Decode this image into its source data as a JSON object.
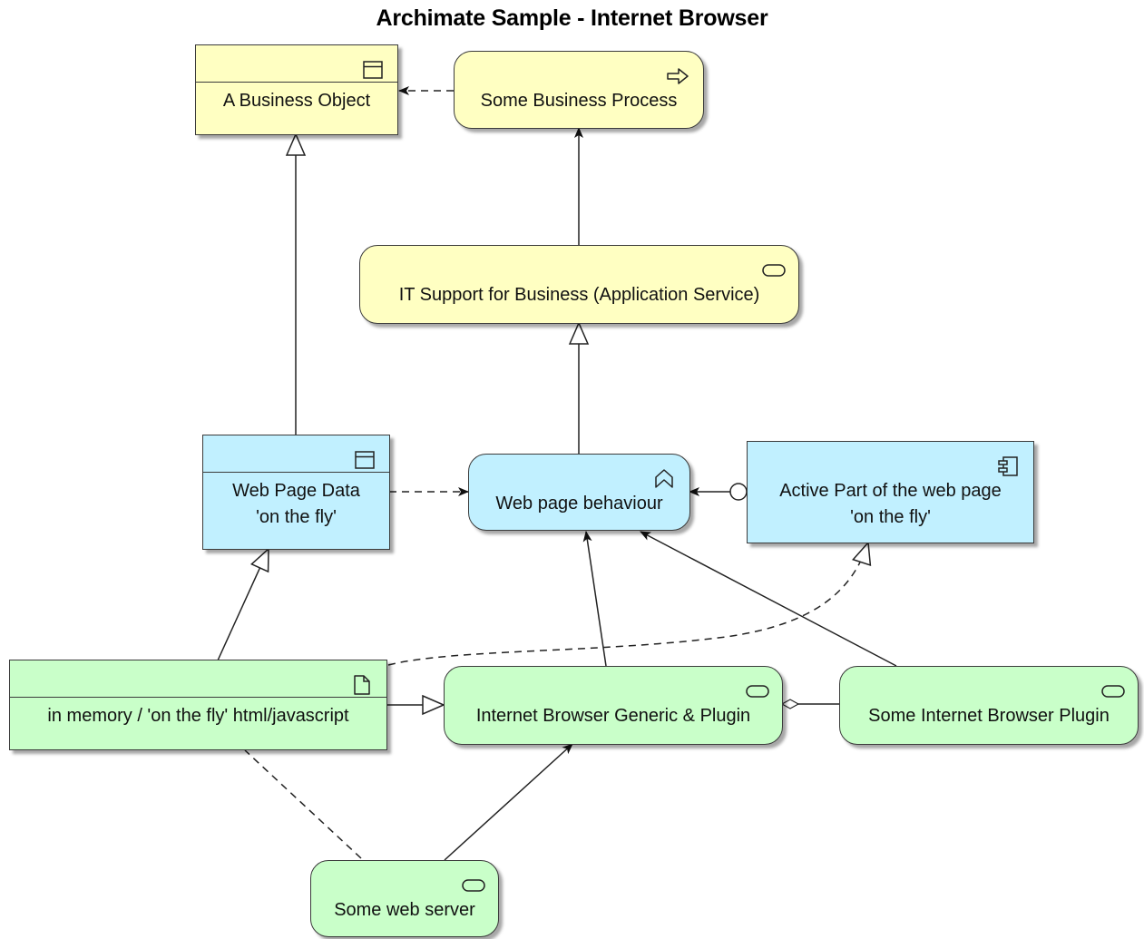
{
  "title": "Archimate Sample - Internet Browser",
  "colors": {
    "business": "#FFFFC2",
    "application": "#C1F0FF",
    "technology": "#C9FFC9",
    "border": "#3b3b3b"
  },
  "nodes": {
    "business_object": {
      "label": "A Business Object",
      "icon": "business-object-icon"
    },
    "business_process": {
      "label": "Some Business Process",
      "icon": "process-arrow-icon"
    },
    "it_support": {
      "label": "IT Support for Business (Application Service)",
      "icon": "service-icon"
    },
    "web_page_data": {
      "line1": "Web Page Data",
      "line2": "'on the fly'",
      "icon": "data-object-icon"
    },
    "web_page_behaviour": {
      "label": "Web page behaviour",
      "icon": "event-chevron-icon"
    },
    "active_part": {
      "line1": "Active Part of the web page",
      "line2": "'on the fly'",
      "icon": "component-icon"
    },
    "in_memory": {
      "label": "in memory / 'on the fly' html/javascript",
      "icon": "artifact-icon"
    },
    "browser_generic": {
      "label": "Internet Browser Generic & Plugin",
      "icon": "system-software-icon"
    },
    "browser_plugin": {
      "label": "Some Internet Browser Plugin",
      "icon": "system-software-icon"
    },
    "web_server": {
      "label": "Some web server",
      "icon": "system-software-icon"
    }
  },
  "relations": [
    {
      "from": "business_process",
      "to": "business_object",
      "type": "access"
    },
    {
      "from": "it_support",
      "to": "business_process",
      "type": "serving"
    },
    {
      "from": "web_page_behaviour",
      "to": "it_support",
      "type": "realization"
    },
    {
      "from": "web_page_data",
      "to": "business_object",
      "type": "realization"
    },
    {
      "from": "web_page_data",
      "to": "web_page_behaviour",
      "type": "access"
    },
    {
      "from": "active_part",
      "to": "web_page_behaviour",
      "type": "assignment"
    },
    {
      "from": "in_memory",
      "to": "web_page_data",
      "type": "realization"
    },
    {
      "from": "in_memory",
      "to": "active_part",
      "type": "realization-dashed"
    },
    {
      "from": "in_memory",
      "to": "browser_generic",
      "type": "realization"
    },
    {
      "from": "browser_generic",
      "to": "web_page_behaviour",
      "type": "serving"
    },
    {
      "from": "browser_plugin",
      "to": "web_page_behaviour",
      "type": "serving"
    },
    {
      "from": "browser_plugin",
      "to": "browser_generic",
      "type": "aggregation"
    },
    {
      "from": "web_server",
      "to": "browser_generic",
      "type": "serving"
    },
    {
      "from": "web_server",
      "to": "in_memory",
      "type": "association-dashed"
    }
  ]
}
